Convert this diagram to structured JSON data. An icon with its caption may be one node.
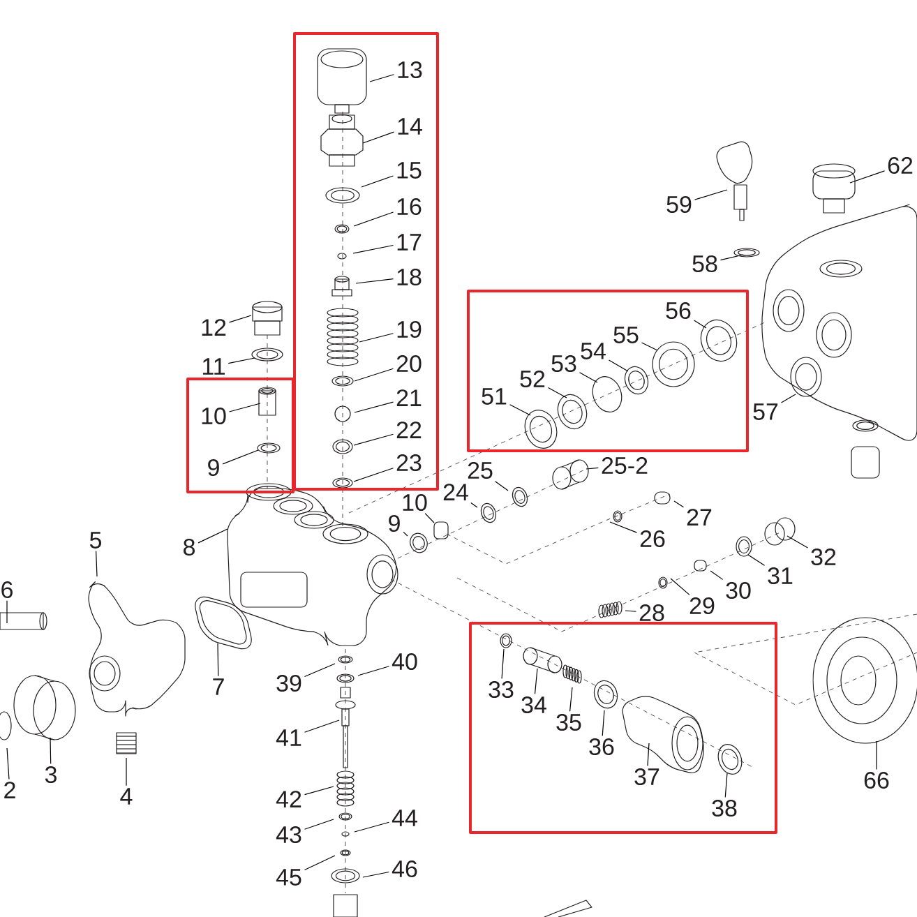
{
  "diagram": {
    "nodes": [
      {
        "text": [],
        "shape": "box"
      },
      {
        "text": [
          "13"
        ],
        "in": 0
      },
      {
        "text": [
          "14"
        ],
        "in": 0
      },
      {
        "text": [
          "15"
        ],
        "in": 0
      },
      {
        "text": [
          "16"
        ],
        "in": 0
      },
      {
        "text": [
          "17"
        ],
        "in": 0
      },
      {
        "text": [
          "18"
        ],
        "in": 0
      },
      {
        "text": [
          "19"
        ],
        "in": 0
      },
      {
        "text": [
          "20"
        ],
        "in": 0
      },
      {
        "text": [
          "21"
        ],
        "in": 0
      },
      {
        "text": [
          "22"
        ],
        "in": 0
      },
      {
        "text": [
          "23"
        ],
        "in": 0
      },
      {
        "text": [
          "12"
        ]
      },
      {
        "text": [
          "11"
        ]
      },
      {
        "text": [],
        "shape": "box"
      },
      {
        "text": [
          "10"
        ],
        "in": 14
      },
      {
        "text": [
          "9"
        ],
        "in": 14
      },
      {
        "text": [],
        "shape": "box"
      },
      {
        "text": [
          "51"
        ],
        "in": 17
      },
      {
        "text": [
          "52"
        ],
        "in": 17
      },
      {
        "text": [
          "53"
        ],
        "in": 17
      },
      {
        "text": [
          "54"
        ],
        "in": 17
      },
      {
        "text": [
          "55"
        ],
        "in": 17
      },
      {
        "text": [
          "56"
        ],
        "in": 17
      },
      {
        "text": [],
        "shape": "box"
      },
      {
        "text": [
          "33"
        ],
        "in": 24
      },
      {
        "text": [
          "34"
        ],
        "in": 24
      },
      {
        "text": [
          "35"
        ],
        "in": 24
      },
      {
        "text": [
          "36"
        ],
        "in": 24
      },
      {
        "text": [
          "37"
        ],
        "in": 24
      },
      {
        "text": [
          "38"
        ],
        "in": 24
      },
      {
        "text": [
          "62"
        ]
      },
      {
        "text": [
          "59"
        ]
      },
      {
        "text": [
          "58"
        ]
      },
      {
        "text": [
          "57"
        ]
      },
      {
        "text": [
          "25-2"
        ]
      },
      {
        "text": [
          "25"
        ]
      },
      {
        "text": [
          "24"
        ]
      },
      {
        "text": [
          "10"
        ]
      },
      {
        "text": [
          "9"
        ]
      },
      {
        "text": [
          "27"
        ]
      },
      {
        "text": [
          "26"
        ]
      },
      {
        "text": [
          "5"
        ]
      },
      {
        "text": [
          "8"
        ]
      },
      {
        "text": [
          "32"
        ]
      },
      {
        "text": [
          "31"
        ]
      },
      {
        "text": [
          "30"
        ]
      },
      {
        "text": [
          "6"
        ]
      },
      {
        "text": [
          "29"
        ]
      },
      {
        "text": [
          "28"
        ]
      },
      {
        "text": [
          "40"
        ]
      },
      {
        "text": [
          "39"
        ]
      },
      {
        "text": [
          "7"
        ]
      },
      {
        "text": [
          "41"
        ]
      },
      {
        "text": [
          "3"
        ]
      },
      {
        "text": [
          "2"
        ]
      },
      {
        "text": [
          "4"
        ]
      },
      {
        "text": [
          "42"
        ]
      },
      {
        "text": [
          "44"
        ]
      },
      {
        "text": [
          "43"
        ]
      },
      {
        "text": [
          "46"
        ]
      },
      {
        "text": [
          "45"
        ]
      },
      {
        "text": [
          "66"
        ]
      }
    ],
    "edges": [
      {
        "from": 1,
        "to": null,
        "arrow": "none"
      },
      {
        "from": 2,
        "to": null,
        "arrow": "none"
      },
      {
        "from": 3,
        "to": null,
        "arrow": "none"
      },
      {
        "from": 4,
        "to": null,
        "arrow": "none"
      },
      {
        "from": 5,
        "to": null,
        "arrow": "none"
      },
      {
        "from": 6,
        "to": null,
        "arrow": "none"
      },
      {
        "from": 7,
        "to": null,
        "arrow": "none"
      },
      {
        "from": 8,
        "to": null,
        "arrow": "none"
      },
      {
        "from": 9,
        "to": null,
        "arrow": "none"
      },
      {
        "from": 10,
        "to": null,
        "arrow": "none"
      },
      {
        "from": 11,
        "to": null,
        "arrow": "none"
      },
      {
        "from": 12,
        "to": null,
        "arrow": "none"
      },
      {
        "from": 13,
        "to": null,
        "arrow": "none"
      },
      {
        "from": 15,
        "to": null,
        "arrow": "none"
      },
      {
        "from": 16,
        "to": null,
        "arrow": "none"
      },
      {
        "from": 18,
        "to": null,
        "arrow": "none"
      },
      {
        "from": 19,
        "to": null,
        "arrow": "none"
      },
      {
        "from": 20,
        "to": null,
        "arrow": "none"
      },
      {
        "from": 21,
        "to": null,
        "arrow": "none"
      },
      {
        "from": 22,
        "to": null,
        "arrow": "none"
      },
      {
        "from": 23,
        "to": null,
        "arrow": "none"
      },
      {
        "from": 25,
        "to": null,
        "arrow": "none"
      },
      {
        "from": 26,
        "to": null,
        "arrow": "none"
      },
      {
        "from": 27,
        "to": null,
        "arrow": "none"
      },
      {
        "from": 28,
        "to": null,
        "arrow": "none"
      },
      {
        "from": 29,
        "to": null,
        "arrow": "none"
      },
      {
        "from": 30,
        "to": null,
        "arrow": "none"
      },
      {
        "from": 31,
        "to": null,
        "arrow": "none"
      },
      {
        "from": 32,
        "to": null,
        "arrow": "none"
      },
      {
        "from": 33,
        "to": null,
        "arrow": "none"
      },
      {
        "from": 34,
        "to": null,
        "arrow": "none"
      },
      {
        "from": 35,
        "to": null,
        "arrow": "none"
      },
      {
        "from": 36,
        "to": null,
        "arrow": "none"
      },
      {
        "from": 37,
        "to": null,
        "arrow": "none"
      },
      {
        "from": 38,
        "to": null,
        "arrow": "none"
      },
      {
        "from": 39,
        "to": null,
        "arrow": "none"
      },
      {
        "from": 40,
        "to": null,
        "arrow": "none"
      },
      {
        "from": 41,
        "to": null,
        "arrow": "none"
      },
      {
        "from": 42,
        "to": null,
        "arrow": "none"
      },
      {
        "from": 43,
        "to": null,
        "arrow": "none"
      },
      {
        "from": 44,
        "to": null,
        "arrow": "none"
      },
      {
        "from": 45,
        "to": null,
        "arrow": "none"
      },
      {
        "from": 46,
        "to": null,
        "arrow": "none"
      },
      {
        "from": 47,
        "to": null,
        "arrow": "none"
      },
      {
        "from": 48,
        "to": null,
        "arrow": "none"
      },
      {
        "from": 49,
        "to": null,
        "arrow": "none"
      },
      {
        "from": 50,
        "to": null,
        "arrow": "none"
      },
      {
        "from": 51,
        "to": null,
        "arrow": "none"
      },
      {
        "from": 52,
        "to": null,
        "arrow": "none"
      },
      {
        "from": 53,
        "to": null,
        "arrow": "none"
      },
      {
        "from": 54,
        "to": null,
        "arrow": "none"
      },
      {
        "from": 55,
        "to": null,
        "arrow": "none"
      },
      {
        "from": 56,
        "to": null,
        "arrow": "none"
      },
      {
        "from": 57,
        "to": null,
        "arrow": "none"
      },
      {
        "from": 58,
        "to": null,
        "arrow": "none"
      },
      {
        "from": 59,
        "to": null,
        "arrow": "none"
      },
      {
        "from": 60,
        "to": null,
        "arrow": "none"
      },
      {
        "from": 61,
        "to": null,
        "arrow": "none"
      },
      {
        "from": 62,
        "to": null,
        "arrow": "none"
      }
    ]
  }
}
